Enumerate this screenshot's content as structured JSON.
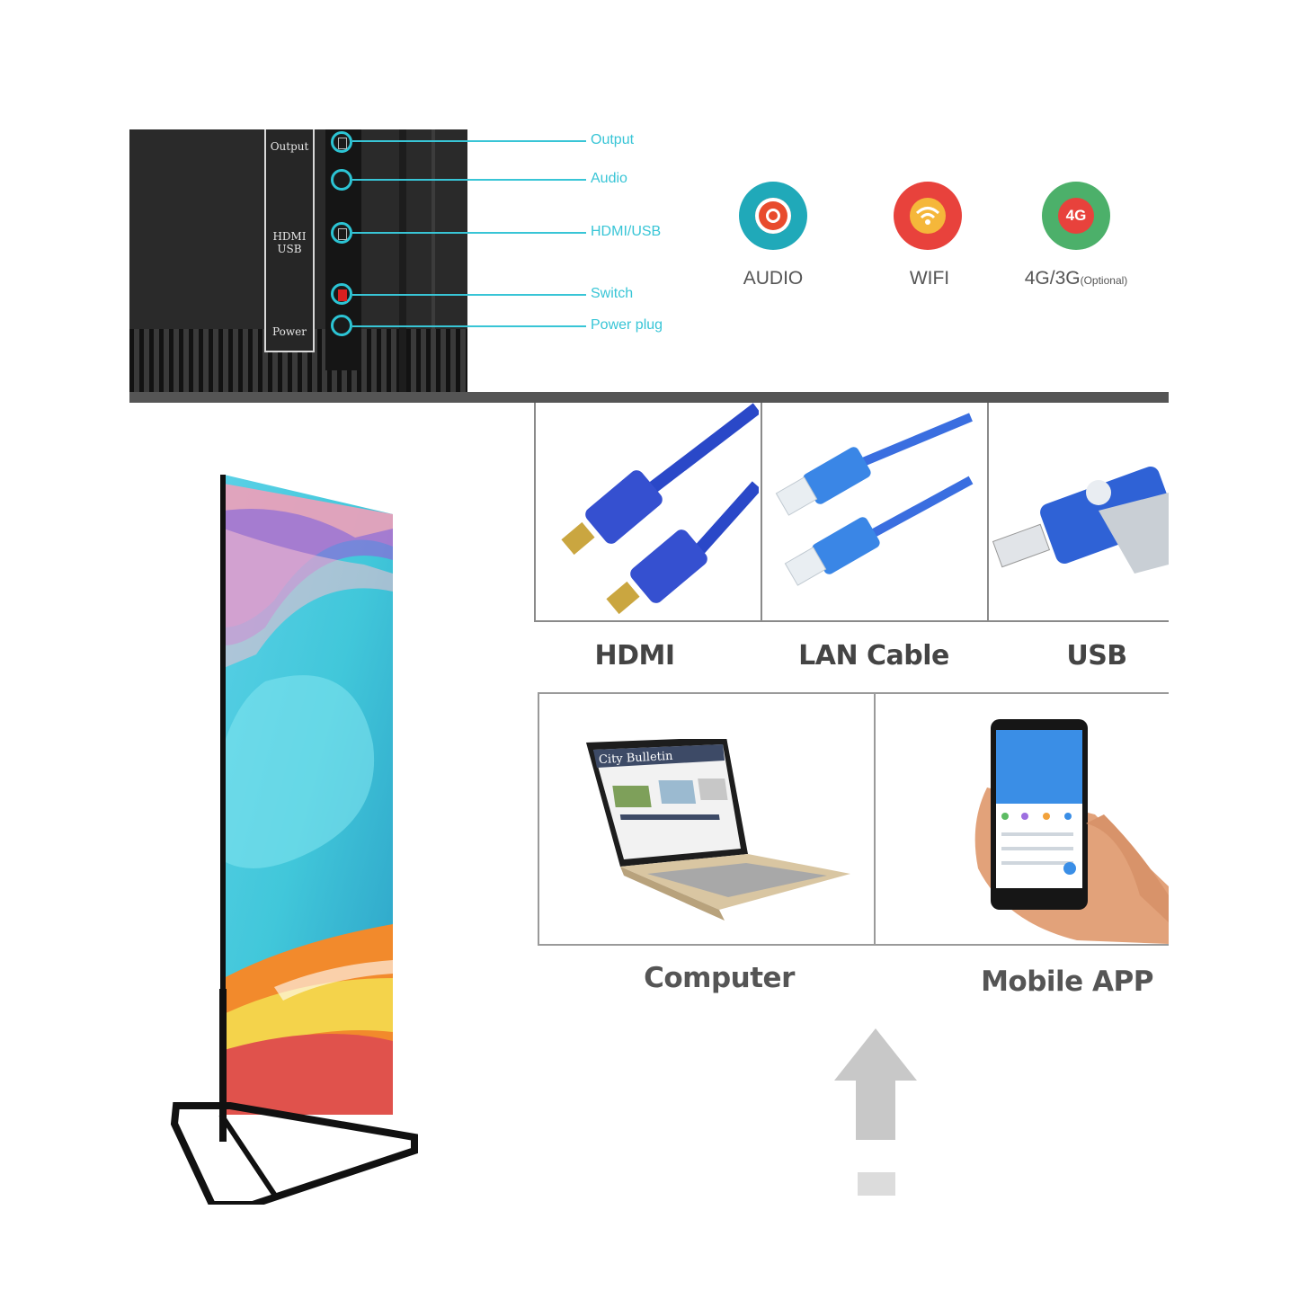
{
  "back_panel": {
    "plate_labels": [
      "Output",
      "HDMI USB",
      "Power"
    ],
    "ports": [
      {
        "name": "output",
        "label": "Output"
      },
      {
        "name": "audio",
        "label": "Audio"
      },
      {
        "name": "hdmi-usb",
        "label": "HDMI/USB"
      },
      {
        "name": "switch",
        "label": "Switch"
      },
      {
        "name": "power-plug",
        "label": "Power plug"
      }
    ],
    "accent_color": "#38c5d6"
  },
  "features": [
    {
      "label": "AUDIO",
      "color": "#20a9b9",
      "icon": "audio-icon"
    },
    {
      "label": "WIFI",
      "color": "#e8423c",
      "icon": "wifi-icon"
    },
    {
      "label": "4G/3G",
      "suffix": "(Optional)",
      "icon_text": "4G",
      "color": "#4cb06a",
      "icon": "network-4g-icon"
    }
  ],
  "connections": {
    "cables": [
      {
        "label": "HDMI",
        "icon": "hdmi-cable-icon"
      },
      {
        "label": "LAN Cable",
        "icon": "lan-cable-icon"
      },
      {
        "label": "USB",
        "icon": "usb-drive-icon"
      }
    ],
    "devices": [
      {
        "label": "Computer",
        "icon": "laptop-icon"
      },
      {
        "label": "Mobile APP",
        "icon": "smartphone-icon"
      }
    ]
  },
  "laptop_screen_title": "City Bulletin"
}
